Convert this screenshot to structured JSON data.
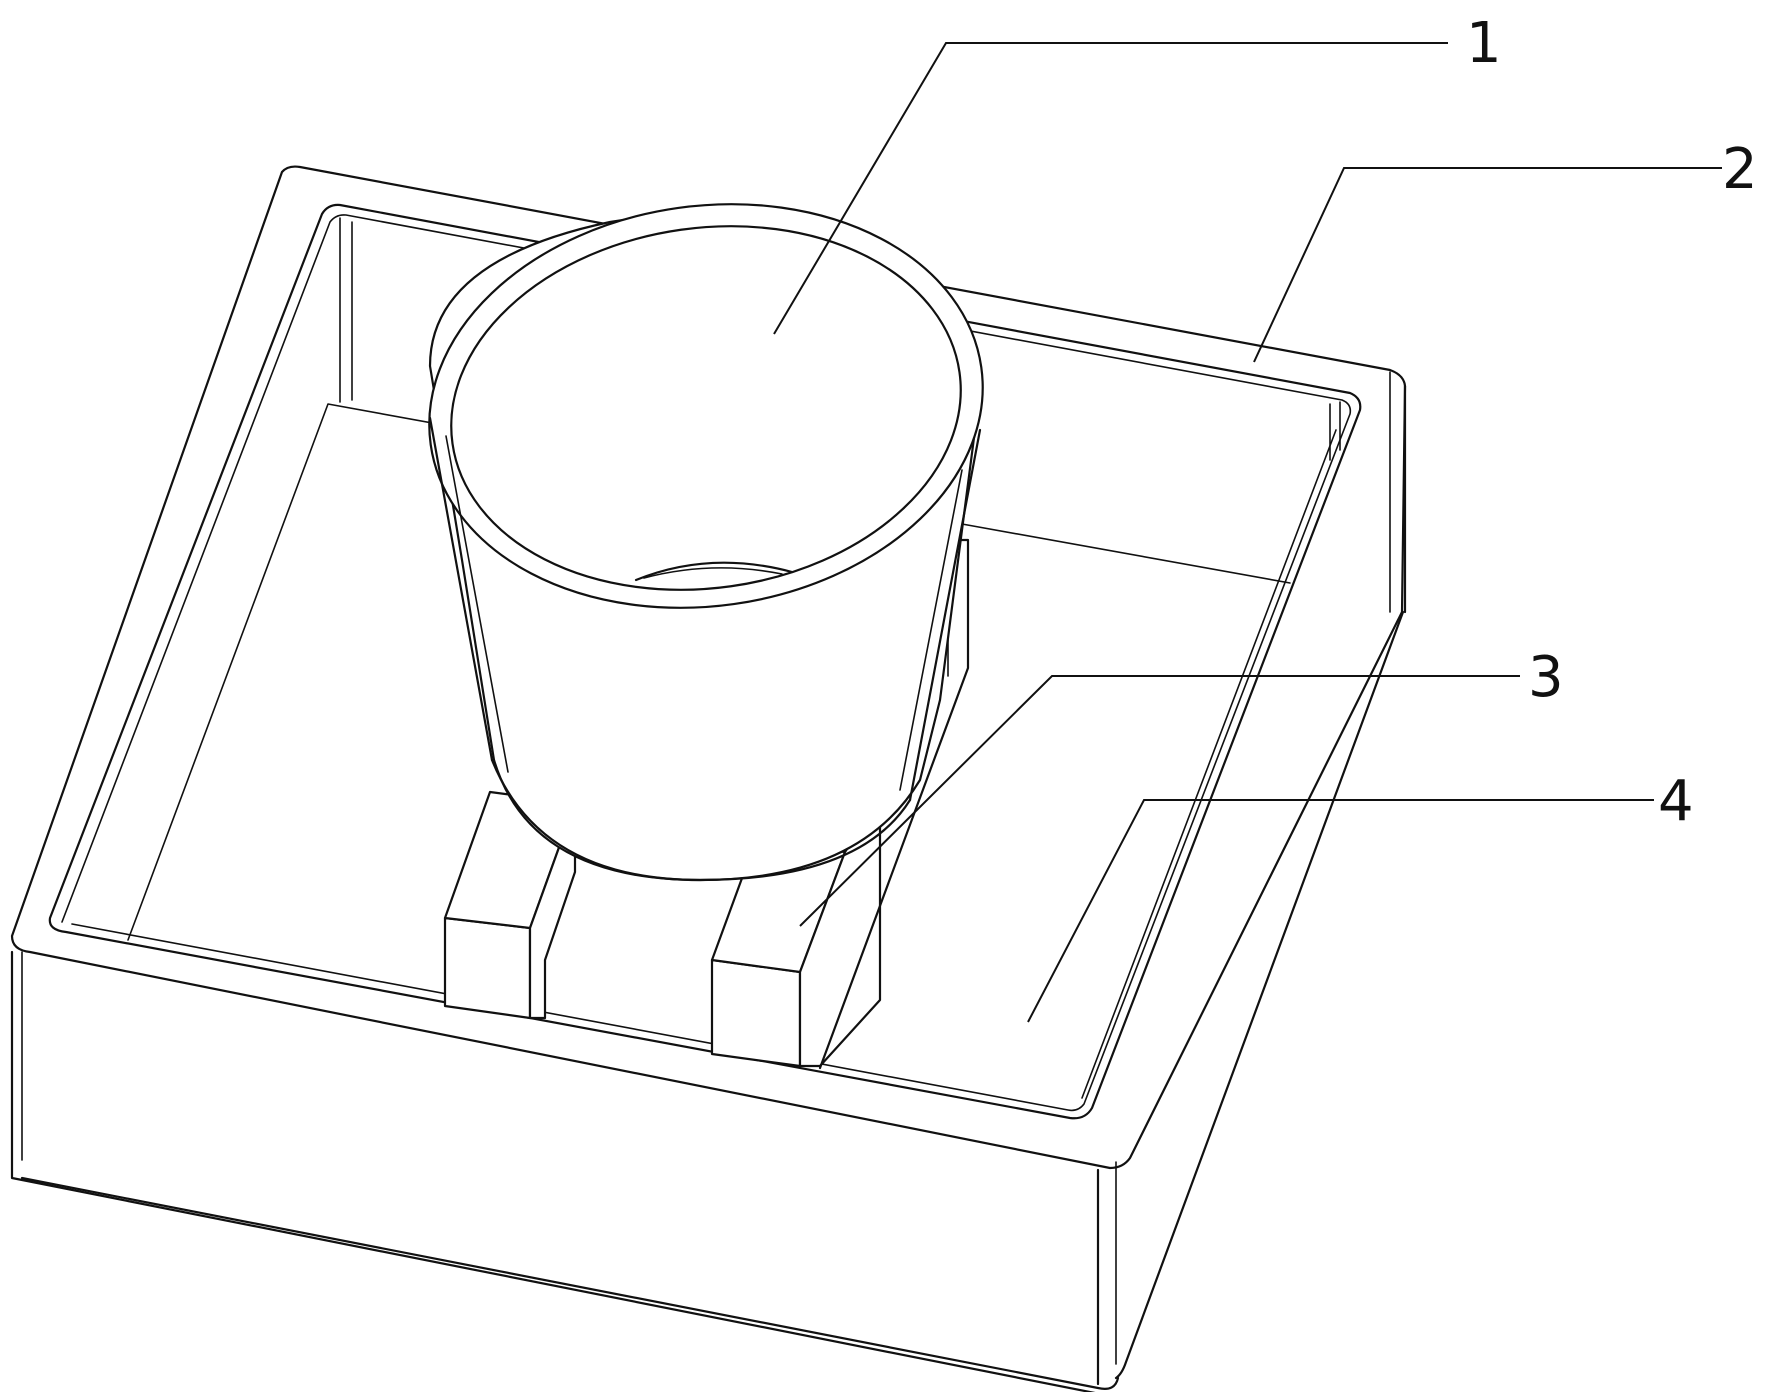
{
  "callouts": [
    {
      "id": "1",
      "label": "1"
    },
    {
      "id": "2",
      "label": "2"
    },
    {
      "id": "3",
      "label": "3"
    },
    {
      "id": "4",
      "label": "4"
    }
  ]
}
